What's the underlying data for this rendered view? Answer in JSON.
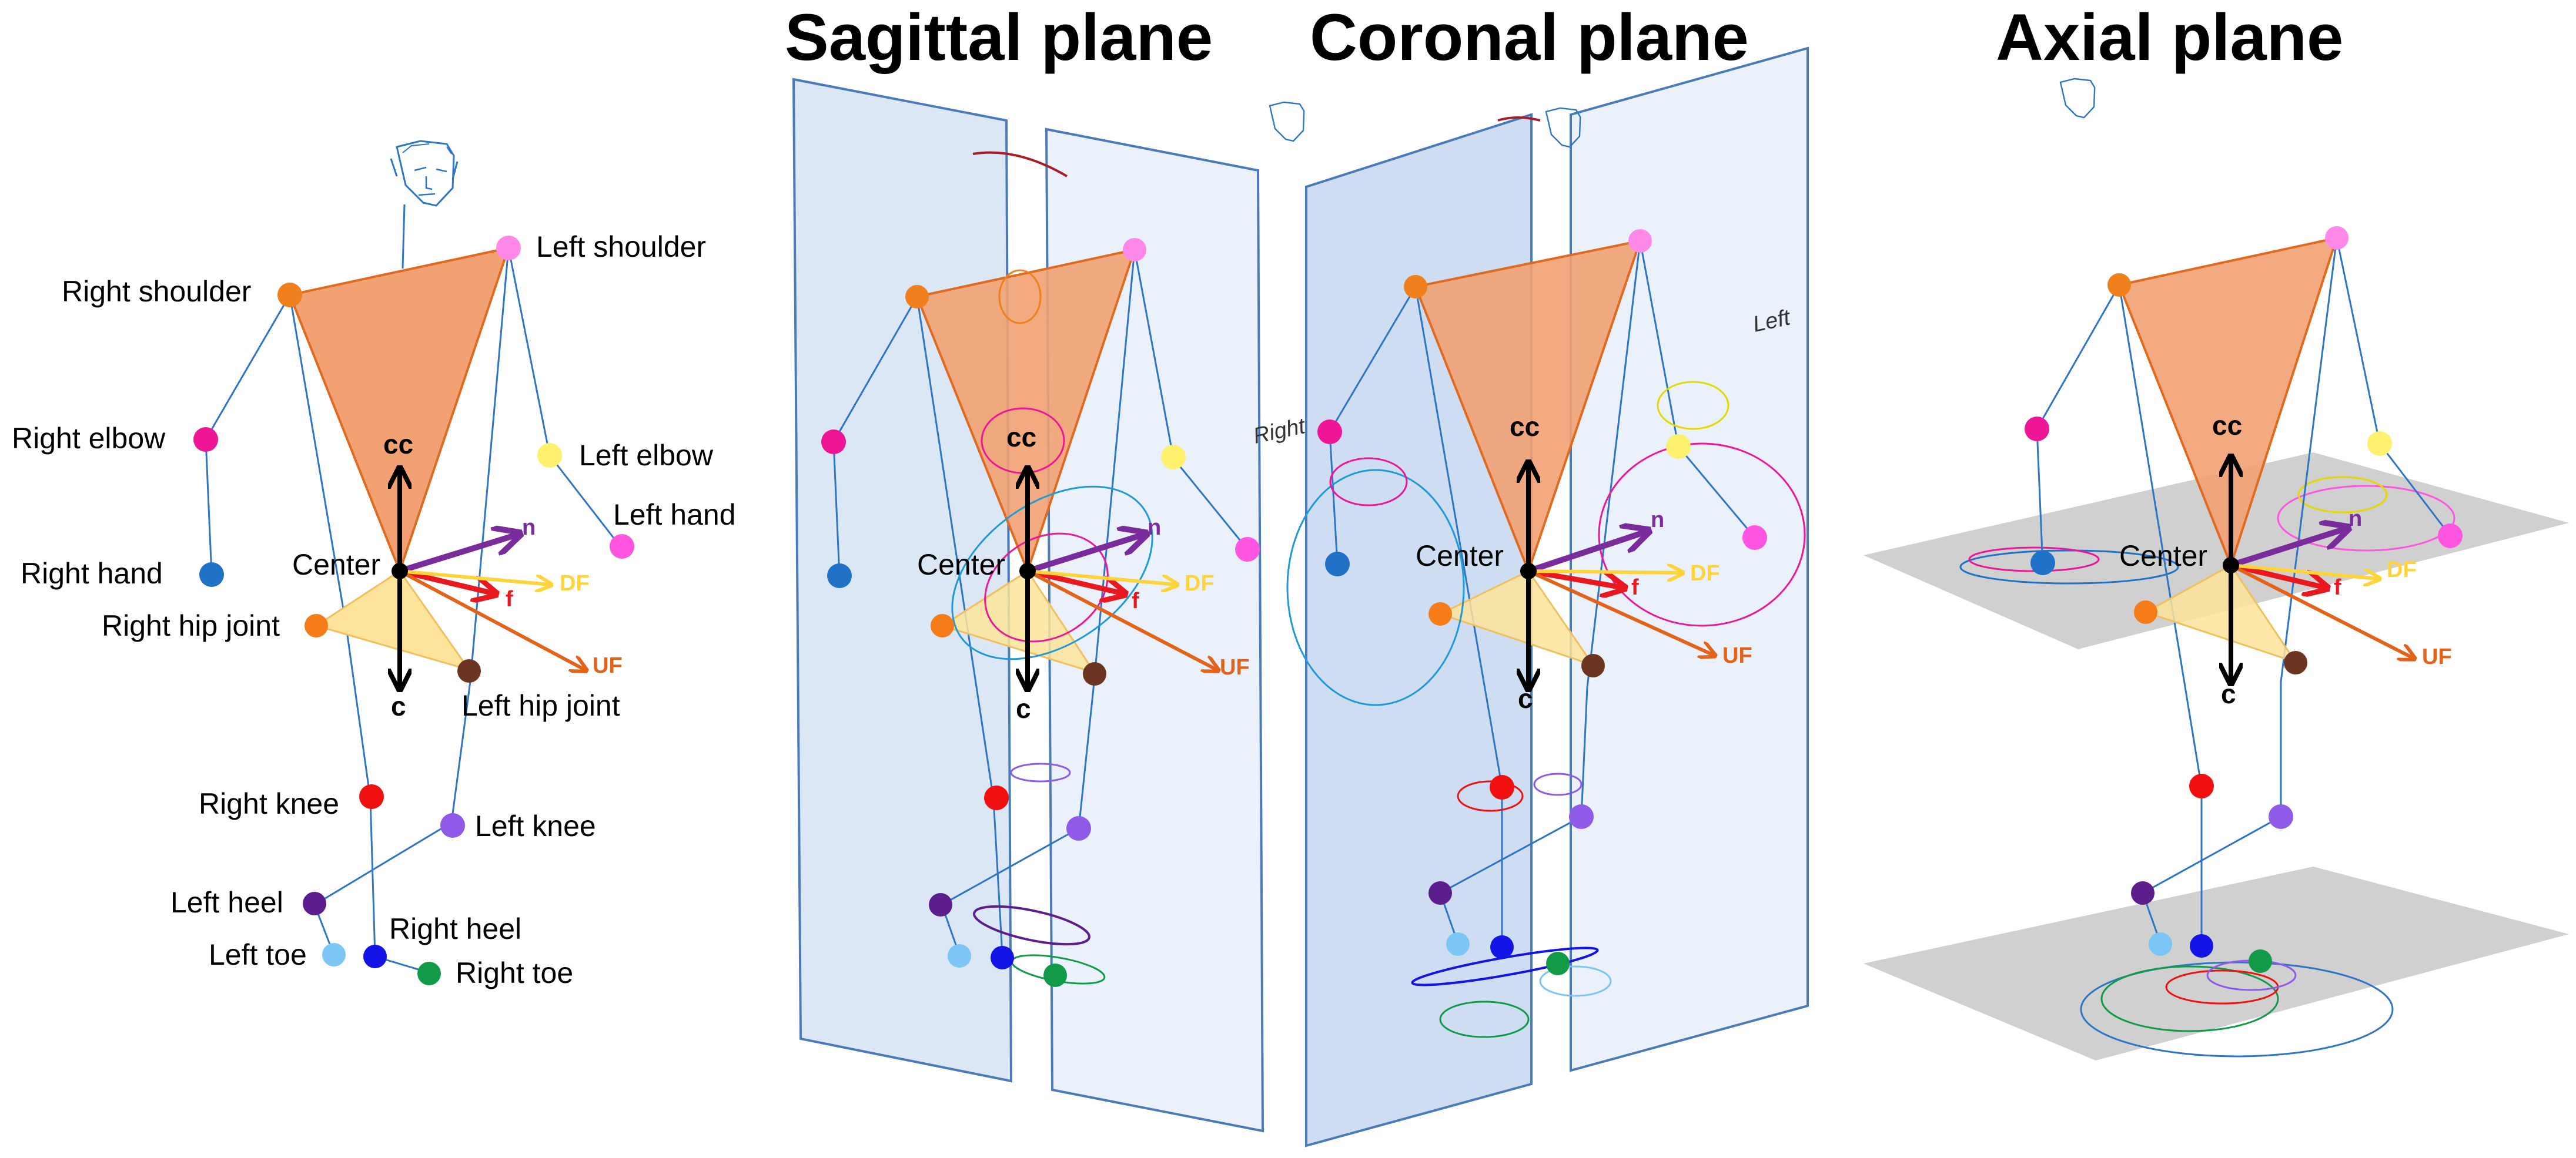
{
  "titles": {
    "sagittal": "Sagittal plane",
    "coronal": "Coronal plane",
    "axial": "Axial plane"
  },
  "joints": {
    "right_shoulder": "Right shoulder",
    "left_shoulder": "Left shoulder",
    "right_elbow": "Right elbow",
    "left_elbow": "Left elbow",
    "left_hand": "Left hand",
    "right_hand": "Right hand",
    "center": "Center",
    "right_hip_joint": "Right hip joint",
    "left_hip_joint": "Left hip joint",
    "right_knee": "Right knee",
    "left_knee": "Left knee",
    "left_heel": "Left heel",
    "right_heel": "Right heel",
    "left_toe": "Left toe",
    "right_toe": "Right toe"
  },
  "vectors": {
    "cc": "cc",
    "c": "c",
    "n": "n",
    "f": "f",
    "df": "DF",
    "uf": "UF"
  },
  "side_labels": {
    "right": "Right",
    "left": "Left"
  },
  "colors": {
    "right_shoulder": "#f07f1e",
    "left_shoulder": "#ff88e8",
    "right_elbow": "#ee1697",
    "left_elbow": "#fff06e",
    "left_hand": "#ff55e0",
    "right_hand": "#1f72c6",
    "right_hip": "#f57c18",
    "left_hip": "#6b3522",
    "right_knee": "#f01010",
    "left_knee": "#8f5ae8",
    "left_heel": "#5b1e8c",
    "right_heel": "#1414e6",
    "left_toe": "#7cc6f5",
    "right_toe": "#129a48",
    "torso": "#f2a172",
    "torso_edge": "#e06a20",
    "pelvis": "#fde49a",
    "vec_n": "#7a2c9c",
    "vec_f": "#e8181e",
    "vec_df": "#ffd43b",
    "vec_uf": "#e4631a",
    "plane_fill": "#d6e3f5",
    "plane_edge": "#4a7ab8",
    "floor": "#c8c8c8"
  }
}
